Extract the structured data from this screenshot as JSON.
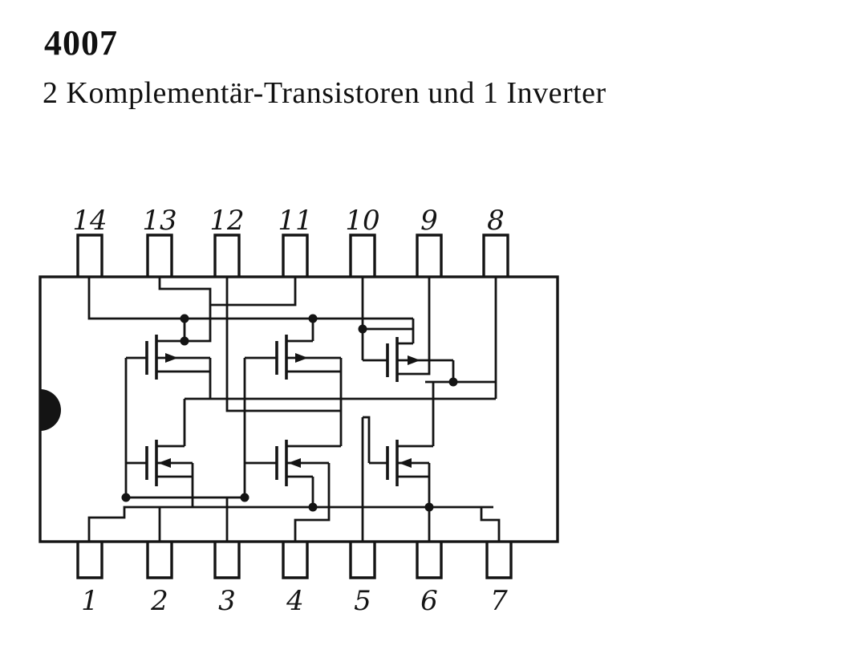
{
  "doc": {
    "part_number": "4007",
    "subtitle": "2 Komplementär-Transistoren und 1 Inverter"
  },
  "diagram": {
    "package": "DIP-14",
    "ink_color": "#141414",
    "paper_color": "#ffffff",
    "pins": {
      "top": [
        "14",
        "13",
        "12",
        "11",
        "10",
        "9",
        "8"
      ],
      "bottom": [
        "1",
        "2",
        "3",
        "4",
        "5",
        "6",
        "7"
      ]
    },
    "transistor_rows": {
      "top_row_count": 3,
      "bottom_row_count": 3
    }
  }
}
